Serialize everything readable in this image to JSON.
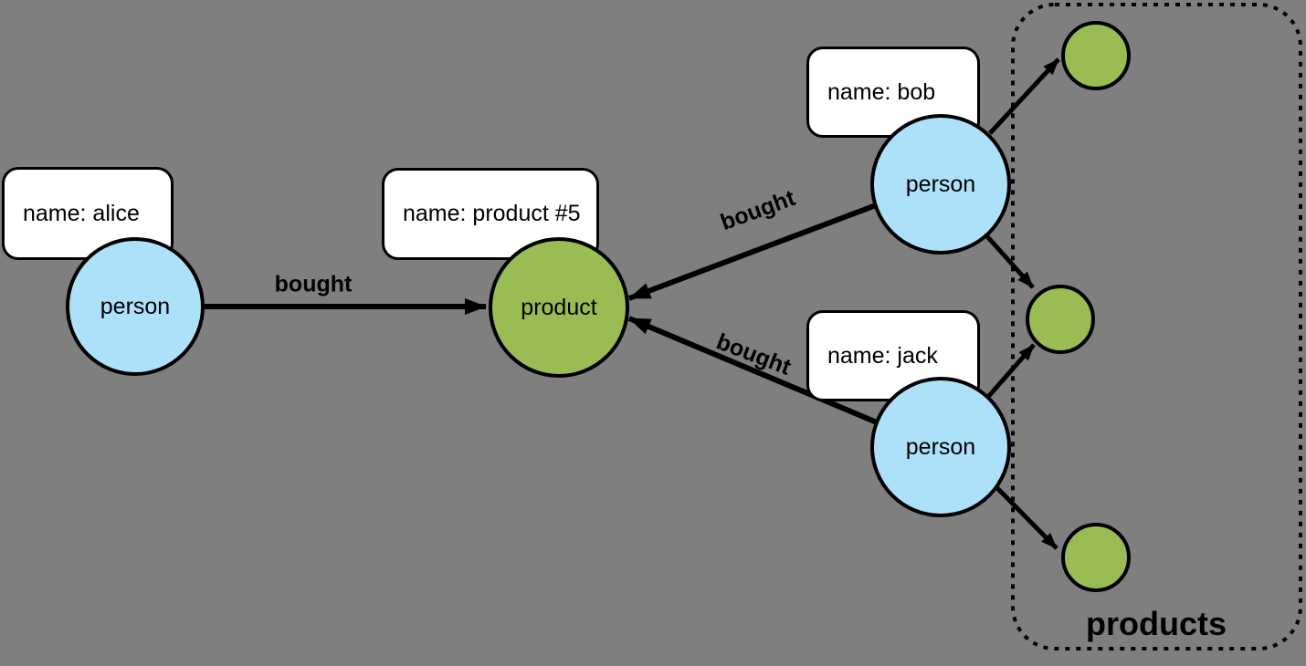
{
  "diagram": {
    "type": "property-graph",
    "background_color": "#7f7f7f",
    "colors": {
      "person_fill": "#ade1fa",
      "product_fill": "#99bc55",
      "node_border": "#000000",
      "edge_color": "#000000",
      "label_box_fill": "#ffffff",
      "text_color": "#000000"
    },
    "nodes": {
      "alice": {
        "label": "person",
        "property": "name: alice"
      },
      "product5": {
        "label": "product",
        "property": "name: product #5"
      },
      "bob": {
        "label": "person",
        "property": "name: bob"
      },
      "jack": {
        "label": "person",
        "property": "name: jack"
      },
      "product_top": {
        "label": ""
      },
      "product_middle": {
        "label": ""
      },
      "product_bottom": {
        "label": ""
      }
    },
    "edges": [
      {
        "from": "alice",
        "to": "product5",
        "label": "bought"
      },
      {
        "from": "bob",
        "to": "product5",
        "label": "bought"
      },
      {
        "from": "jack",
        "to": "product5",
        "label": "bought"
      },
      {
        "from": "bob",
        "to": "product_top",
        "label": ""
      },
      {
        "from": "bob",
        "to": "product_middle",
        "label": ""
      },
      {
        "from": "jack",
        "to": "product_middle",
        "label": ""
      },
      {
        "from": "jack",
        "to": "product_bottom",
        "label": ""
      }
    ],
    "group": {
      "label": "products",
      "members": [
        "product_top",
        "product_middle",
        "product_bottom"
      ]
    }
  }
}
